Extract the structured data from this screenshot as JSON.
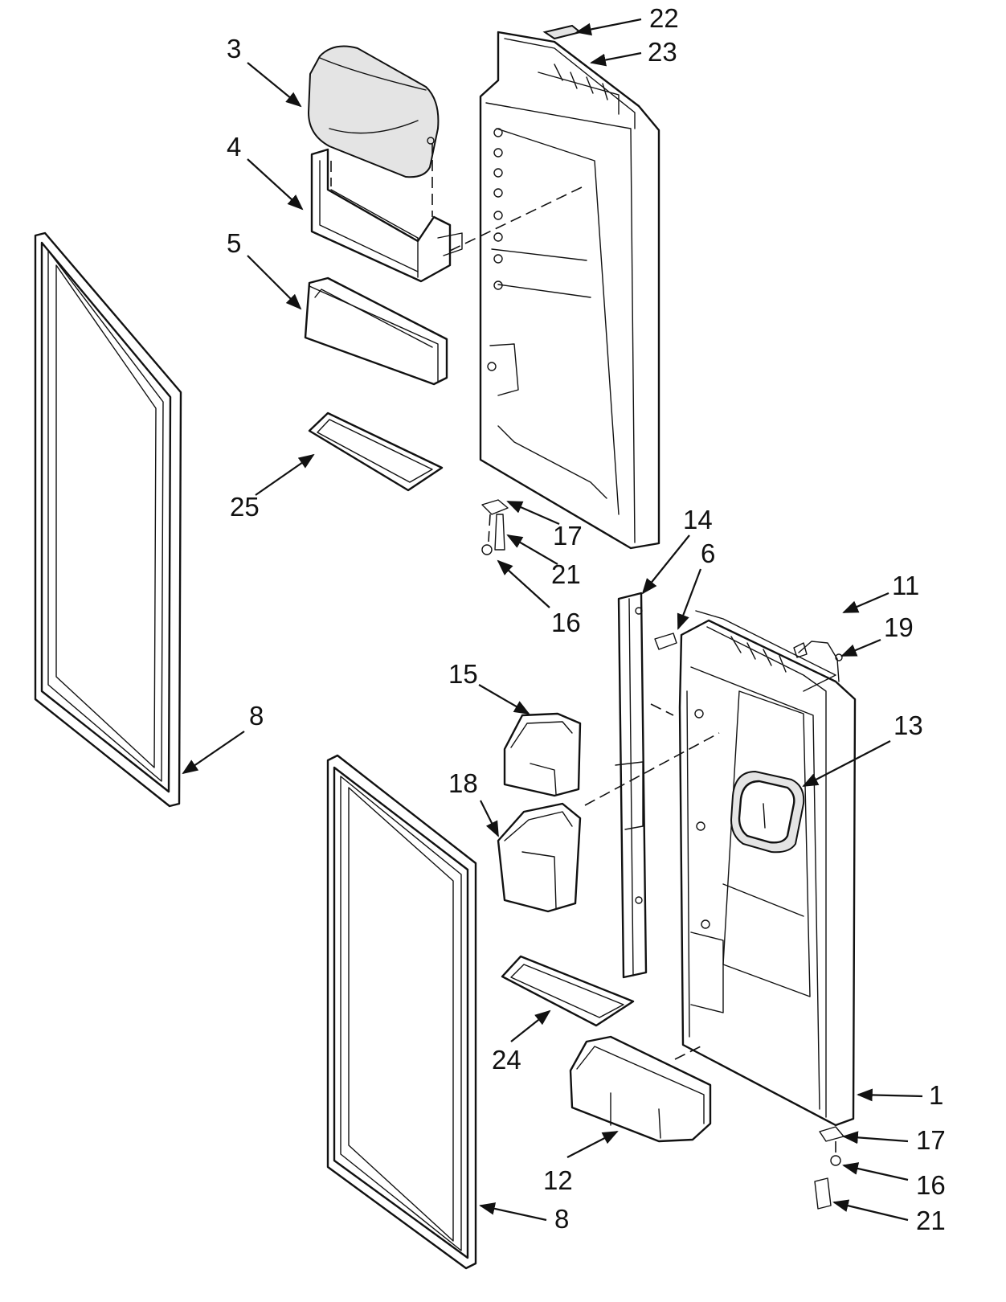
{
  "callouts": {
    "c1": "1",
    "c3": "3",
    "c4": "4",
    "c5": "5",
    "c6": "6",
    "c8a": "8",
    "c8b": "8",
    "c11": "11",
    "c12": "12",
    "c13": "13",
    "c14": "14",
    "c15": "15",
    "c16a": "16",
    "c16b": "16",
    "c17a": "17",
    "c17b": "17",
    "c18": "18",
    "c19": "19",
    "c21a": "21",
    "c21b": "21",
    "c22": "22",
    "c23": "23",
    "c24": "24",
    "c25": "25"
  }
}
